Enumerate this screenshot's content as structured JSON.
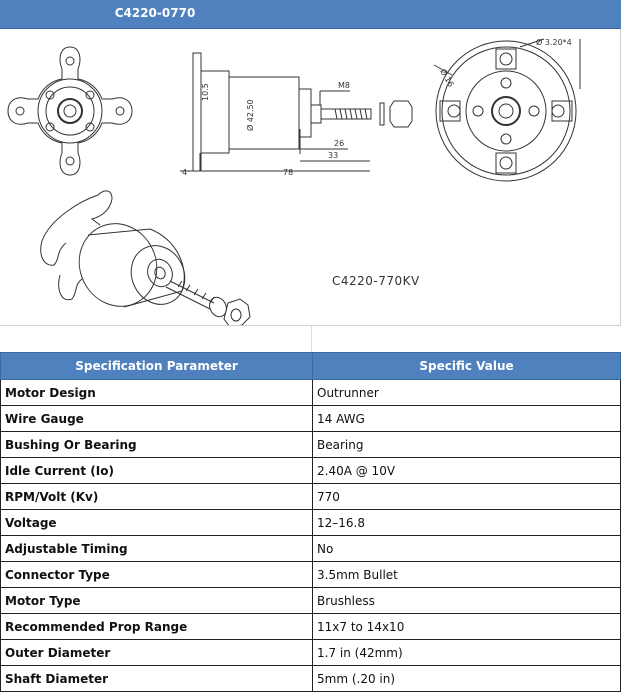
{
  "title": "C4220-0770",
  "drawing": {
    "model_label": "C4220-770KV",
    "dimensions": {
      "shaft_thread": "M8",
      "body_diameter": "Ø 42.50",
      "mount_diameter": "Ø 3.20*4",
      "length_26": "26",
      "length_33": "33",
      "length_78": "78",
      "length_4": "4",
      "small_dim": "Ø 16",
      "flange_dim": "10.5"
    }
  },
  "table": {
    "headers": {
      "parameter": "Specification Parameter",
      "value": "Specific Value"
    },
    "rows": [
      {
        "parameter": "Motor Design",
        "value": "Outrunner"
      },
      {
        "parameter": "Wire Gauge",
        "value": "14 AWG"
      },
      {
        "parameter": "Bushing Or Bearing",
        "value": "Bearing"
      },
      {
        "parameter": "Idle Current (Io)",
        "value": "2.40A @ 10V"
      },
      {
        "parameter": "RPM/Volt (Kv)",
        "value": "770"
      },
      {
        "parameter": "Voltage",
        "value": "12–16.8"
      },
      {
        "parameter": "Adjustable Timing",
        "value": "No"
      },
      {
        "parameter": "Connector Type",
        "value": "3.5mm Bullet"
      },
      {
        "parameter": "Motor Type",
        "value": "Brushless"
      },
      {
        "parameter": "Recommended Prop Range",
        "value": "11x7 to 14x10"
      },
      {
        "parameter": "Outer Diameter",
        "value": "1.7 in (42mm)"
      },
      {
        "parameter": "Shaft Diameter",
        "value": "5mm (.20 in)"
      }
    ]
  }
}
